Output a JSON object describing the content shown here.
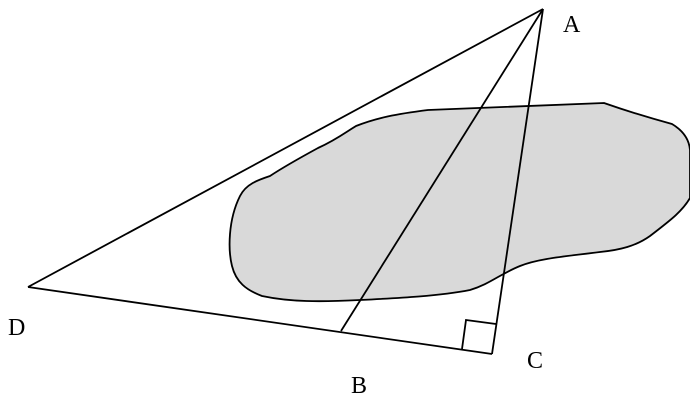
{
  "diagram": {
    "labels": {
      "A": "A",
      "B": "B",
      "C": "C",
      "D": "D"
    },
    "colors": {
      "stroke": "#000000",
      "region_fill": "#d9d9d9",
      "background": "#ffffff"
    },
    "markers": {
      "right_angle_at": "C"
    }
  }
}
